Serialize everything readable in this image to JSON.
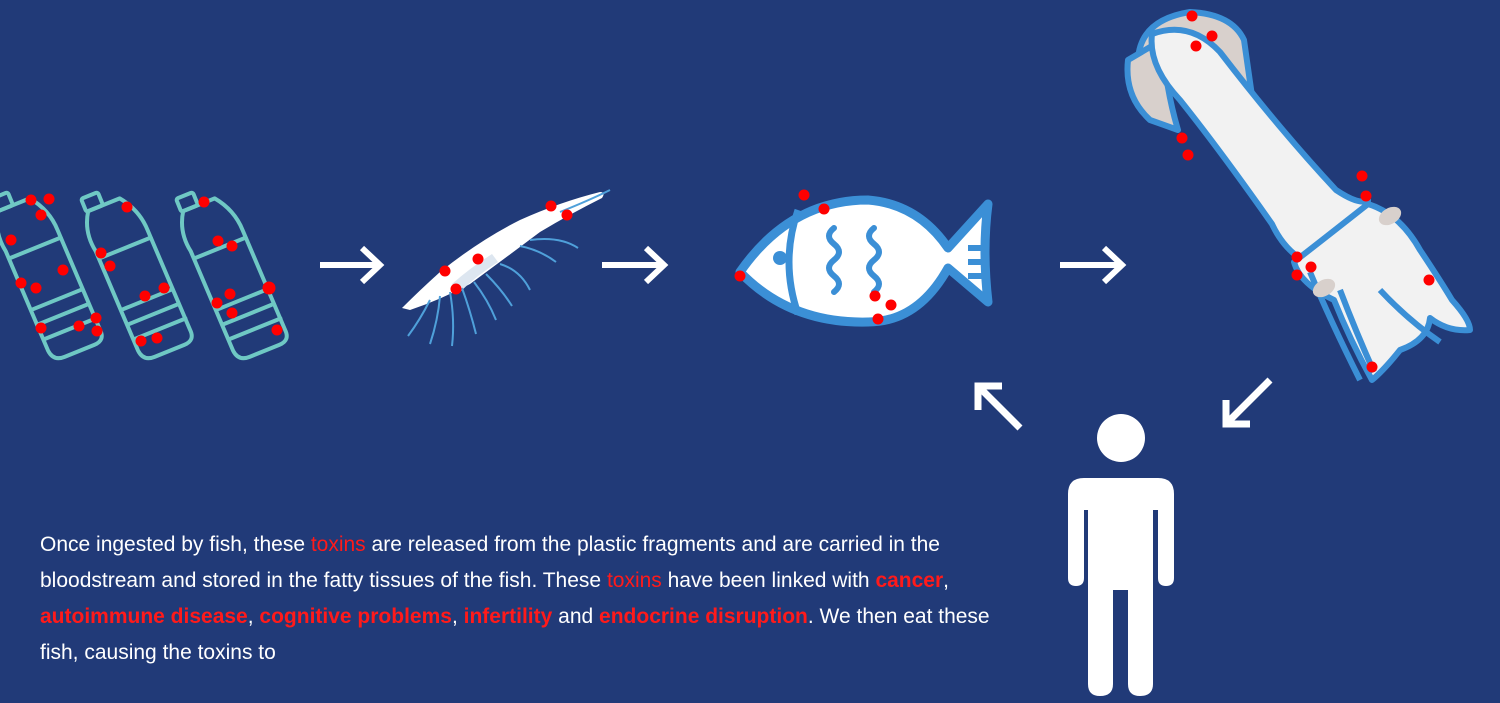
{
  "colors": {
    "background": "#213a78",
    "bottle_stroke": "#6fc8c4",
    "particle_red": "#ff0000",
    "outline_blue": "#3b8fd6",
    "body_white": "#ffffff",
    "squid_fin": "#d8d0cc",
    "highlight_red": "#ff1a1a"
  },
  "icons": [
    "plastic-bottles",
    "shrimp",
    "fish",
    "squid",
    "human-figure"
  ],
  "arrows": [
    "arrow-right",
    "arrow-right",
    "arrow-right",
    "arrow-down-left",
    "arrow-up-left"
  ],
  "paragraph": {
    "t1": "Once ingested by fish, these ",
    "toxins_1": "toxins",
    "t2": " are released from the plastic fragments and are carried in the bloodstream and stored in the fatty tissues of the fish. These ",
    "toxins_2": "toxins",
    "t3": " have been linked with ",
    "cancer": "cancer",
    "sep1": ", ",
    "autoimmune": "autoimmune disease",
    "sep2": ", ",
    "cognitive": "cognitive problems",
    "sep3": ", ",
    "infertility": "infertility",
    "and": " and ",
    "endocrine": "endocrine disruption",
    "t4": ". We then eat these fish, causing the toxins to"
  }
}
